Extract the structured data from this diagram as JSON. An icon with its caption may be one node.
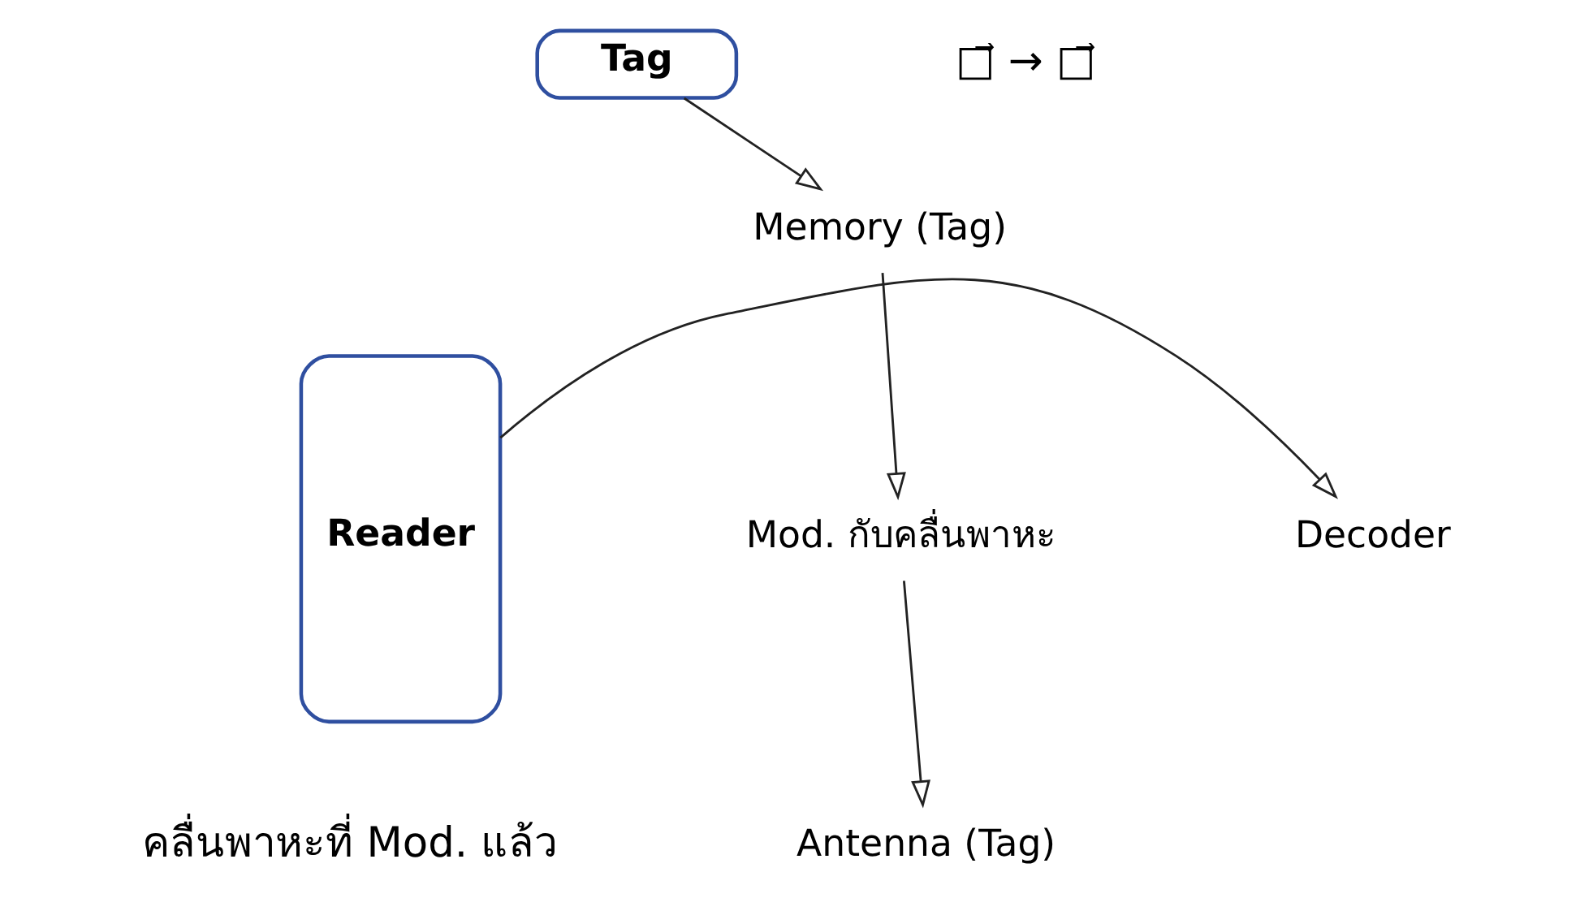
{
  "diagram": {
    "nodes": [
      {
        "text": [
          "Reader"
        ]
      },
      {
        "text": [
          "Tag"
        ]
      },
      {
        "text": [
          "Memory (Tag)"
        ]
      },
      {
        "text": [
          "Mod. กับคลื่นพาหะ"
        ]
      },
      {
        "text": [
          "Antenna (Tag)"
        ]
      },
      {
        "text": [
          "Decoder"
        ]
      }
    ],
    "edges": [
      {
        "from": 1,
        "to": 2,
        "arrow": "to"
      },
      {
        "from": 2,
        "to": 3,
        "arrow": "to"
      },
      {
        "from": 3,
        "to": 4,
        "arrow": "to"
      },
      {
        "from": 0,
        "to": 5,
        "arrow": "to"
      }
    ],
    "labels": [
      "□⃗ → □⃗",
      "คลื่นพาหะที่ Mod. แล้ว"
    ]
  }
}
